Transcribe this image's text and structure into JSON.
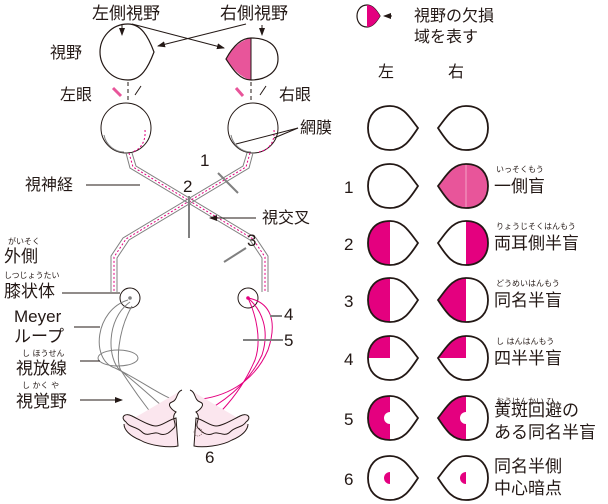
{
  "colors": {
    "defect_pink": "#e4007f",
    "field_pink": "#e8559a",
    "line": "#231815",
    "nerve_gray": "#808080",
    "cortex_fill": "#fbe6ee"
  },
  "top_labels": {
    "left_field": "左側視野",
    "right_field": "右側視野",
    "visual_field": "視野",
    "left_eye": "左眼",
    "right_eye": "右眼",
    "retina": "網膜",
    "optic_nerve": "視神経",
    "optic_chiasm": "視交叉"
  },
  "pathway_labels": {
    "lgn_ruby_1": "がいそく",
    "lgn_1": "外側",
    "lgn_ruby_2": "しつじょうたい",
    "lgn_2": "膝状体",
    "meyer_1": "Meyer",
    "meyer_2": "ループ",
    "radiation_ruby": "し ほうせん",
    "radiation": "視放線",
    "cortex_ruby": "し かく や",
    "cortex": "視覚野"
  },
  "lesion_numbers": [
    "1",
    "2",
    "3",
    "4",
    "5",
    "6"
  ],
  "legend": {
    "text_1": "視野の欠損",
    "text_2": "域を表す",
    "col_left": "左",
    "col_right": "右"
  },
  "rows": [
    {
      "num": "",
      "ruby": "",
      "name_1": "",
      "name_2": ""
    },
    {
      "num": "1",
      "ruby": "いっそくもう",
      "name_1": "一側盲",
      "name_2": ""
    },
    {
      "num": "2",
      "ruby": "りょうじそくはんもう",
      "name_1": "両耳側半盲",
      "name_2": ""
    },
    {
      "num": "3",
      "ruby": "どうめいはんもう",
      "name_1": "同名半盲",
      "name_2": ""
    },
    {
      "num": "4",
      "ruby": "し はんはんもう",
      "name_1": "四半半盲",
      "name_2": ""
    },
    {
      "num": "5",
      "ruby": "おうはんかい ひ",
      "name_1": "黄斑回避の",
      "name_2": "ある同名半盲"
    },
    {
      "num": "6",
      "ruby": "",
      "name_1": "同名半側",
      "name_2": "中心暗点"
    }
  ]
}
